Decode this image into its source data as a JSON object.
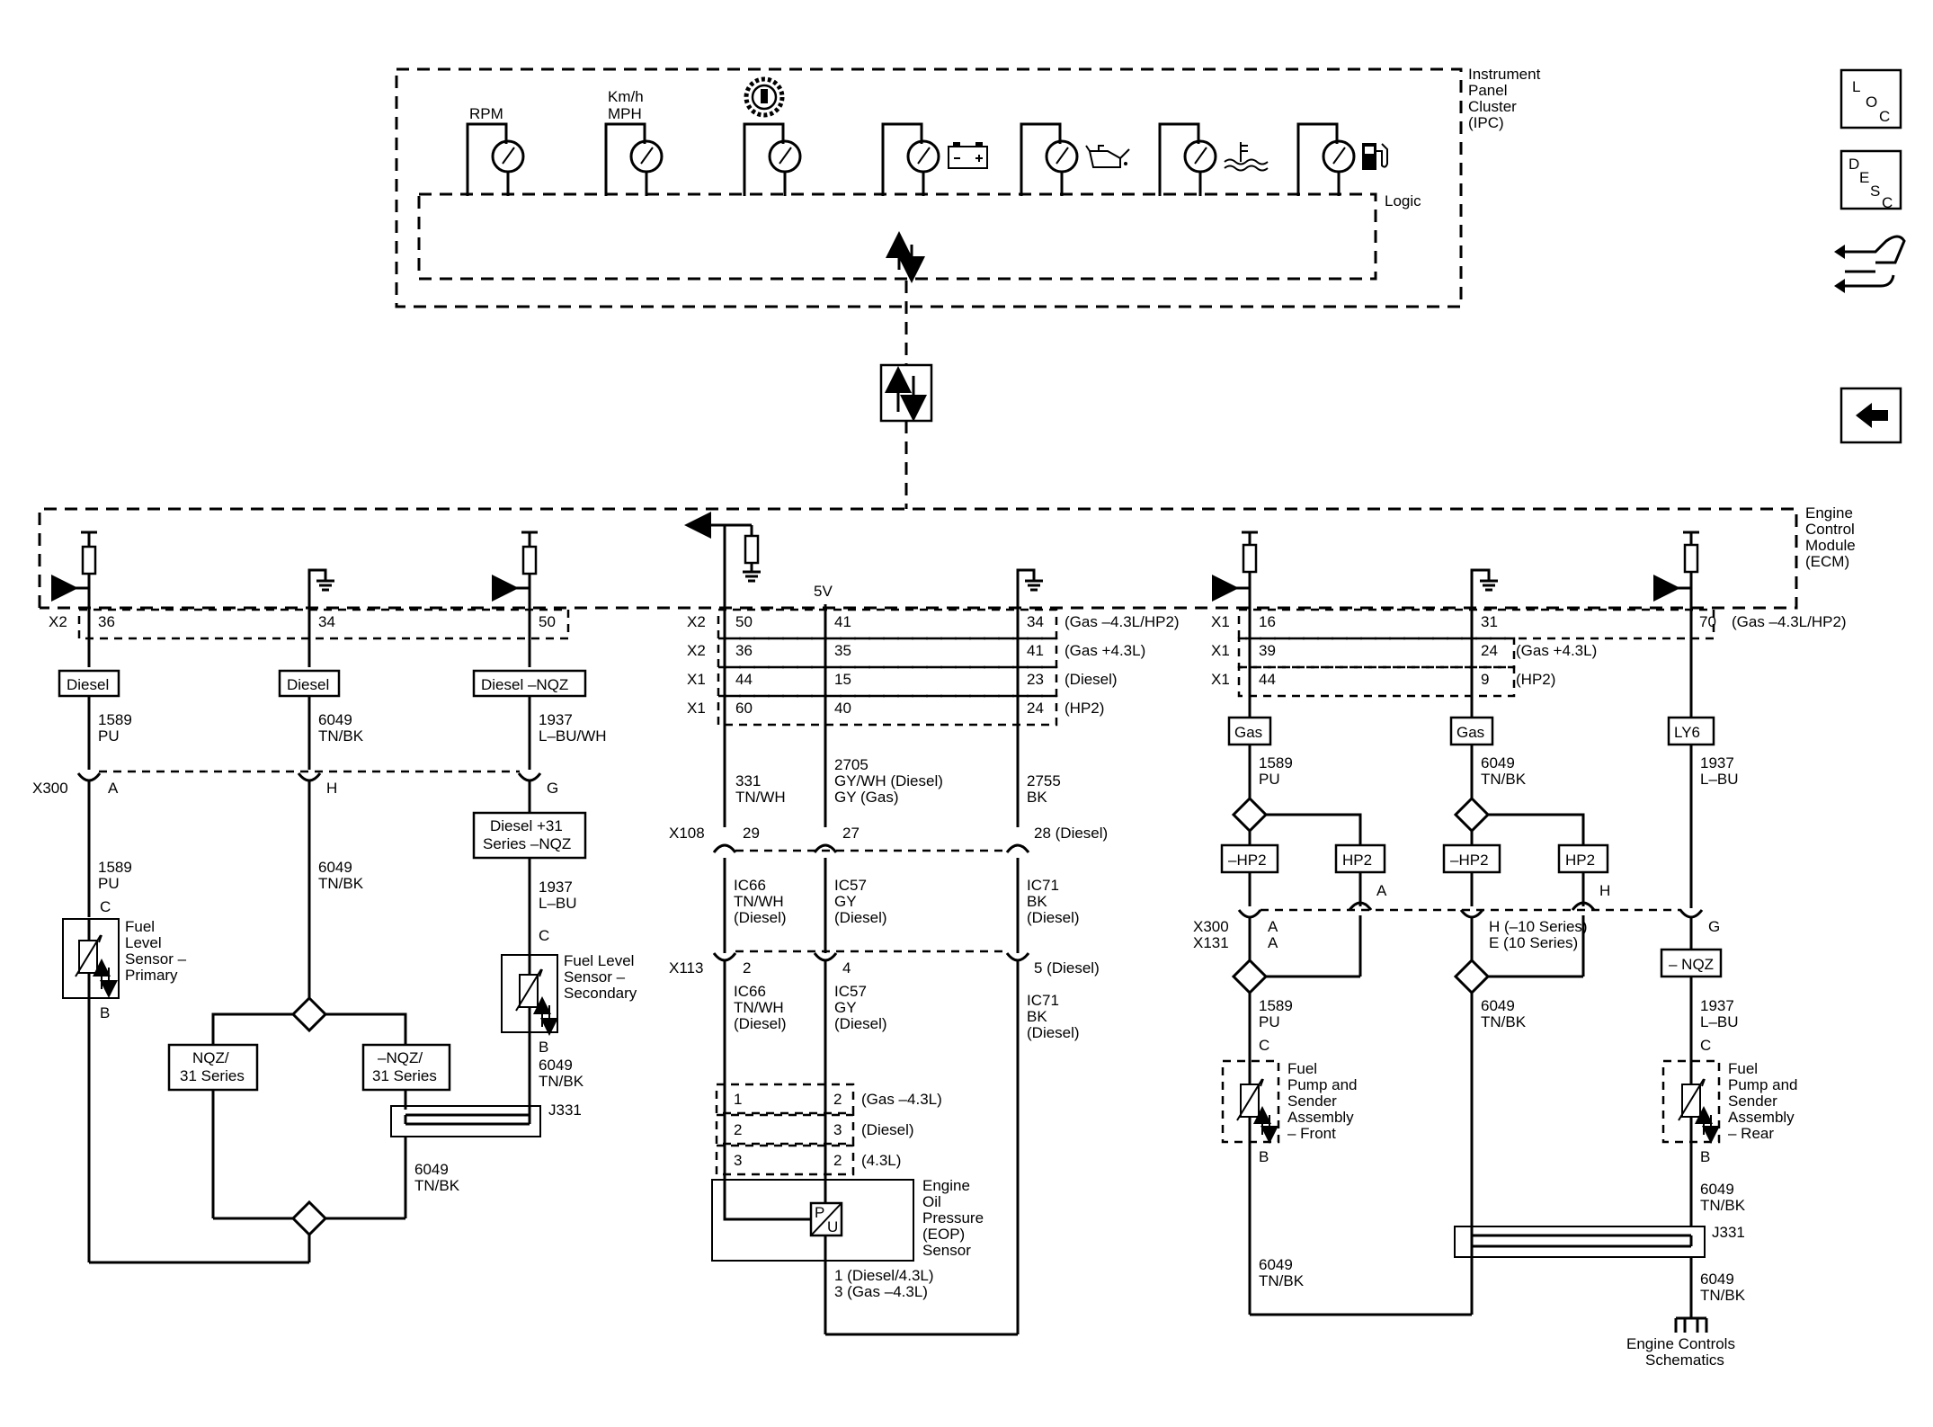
{
  "ipc": {
    "title_lines": [
      "Instrument",
      "Panel",
      "Cluster",
      "(IPC)"
    ],
    "logic": "Logic",
    "gauges": [
      {
        "label_lines": [
          "RPM"
        ],
        "icon": "tachometer-gauge"
      },
      {
        "label_lines": [
          "Km/h",
          "MPH"
        ],
        "icon": "speedometer-gauge"
      },
      {
        "label_lines": [],
        "icon": "fuel-pressure-gauge-icon"
      },
      {
        "label_lines": [],
        "icon": "battery-icon"
      },
      {
        "label_lines": [],
        "icon": "oil-can-icon"
      },
      {
        "label_lines": [],
        "icon": "coolant-temp-icon"
      },
      {
        "label_lines": [],
        "icon": "fuel-pump-icon"
      }
    ]
  },
  "ecm": {
    "title_lines": [
      "Engine",
      "Control",
      "Module",
      "(ECM)"
    ]
  },
  "nav": {
    "loc": [
      "L",
      "O",
      "C"
    ],
    "desc": [
      "D",
      "E",
      "S",
      "C"
    ],
    "icons": [
      "connector-hand-icon",
      "back-arrow-icon"
    ]
  },
  "left": {
    "ecm_pins": {
      "conn": "X2",
      "pins": [
        "36",
        "34",
        "50"
      ]
    },
    "option_boxes": [
      "Diesel",
      "Diesel",
      "Diesel –NQZ"
    ],
    "wires_top": [
      [
        "1589",
        "PU"
      ],
      [
        "6049",
        "TN/BK"
      ],
      [
        "1937",
        "L–BU/WH"
      ]
    ],
    "x300": {
      "conn": "X300",
      "pins": [
        "A",
        "H",
        "G"
      ]
    },
    "option_box_g": [
      "Diesel +31",
      "Series –NQZ"
    ],
    "wires_mid": [
      [
        "1589",
        "PU"
      ],
      [
        "6049",
        "TN/BK"
      ],
      [
        "1937",
        "L–BU"
      ]
    ],
    "sensor_primary": {
      "pin_top": "C",
      "pin_bottom": "B",
      "label": [
        "Fuel",
        "Level",
        "Sensor –",
        "Primary"
      ]
    },
    "sensor_secondary": {
      "pin_top": "C",
      "pin_bottom": "B",
      "label": [
        "Fuel Level",
        "Sensor –",
        "Secondary"
      ]
    },
    "series_boxes": [
      [
        "NQZ/",
        "31 Series"
      ],
      [
        "–NQZ/",
        "31 Series"
      ]
    ],
    "wire_b": [
      "6049",
      "TN/BK"
    ],
    "j331": "J331",
    "wire_bottom": [
      "6049",
      "TN/BK"
    ]
  },
  "middle": {
    "five_v": "5V",
    "ecm_rows": [
      {
        "conn": "X2",
        "a": "50",
        "b": "41",
        "c": "34",
        "note": "(Gas –4.3L/HP2)"
      },
      {
        "conn": "X2",
        "a": "36",
        "b": "35",
        "c": "41",
        "note": "(Gas +4.3L)"
      },
      {
        "conn": "X1",
        "a": "44",
        "b": "15",
        "c": "23",
        "note": "(Diesel)"
      },
      {
        "conn": "X1",
        "a": "60",
        "b": "40",
        "c": "24",
        "note": "(HP2)"
      }
    ],
    "wires1": [
      [
        "331",
        "TN/WH"
      ],
      [
        "2705",
        "GY/WH (Diesel)",
        "GY (Gas)"
      ],
      [
        "2755",
        "BK"
      ]
    ],
    "x108": {
      "conn": "X108",
      "pins": [
        "29",
        "27",
        "28 (Diesel)"
      ]
    },
    "wires2": [
      [
        "IC66",
        "TN/WH",
        "(Diesel)"
      ],
      [
        "IC57",
        "GY",
        "(Diesel)"
      ],
      [
        "IC71",
        "BK",
        "(Diesel)"
      ]
    ],
    "x113": {
      "conn": "X113",
      "pins": [
        "2",
        "4",
        "5 (Diesel)"
      ]
    },
    "wires3": [
      [
        "IC66",
        "TN/WH",
        "(Diesel)"
      ],
      [
        "IC57",
        "GY",
        "(Diesel)"
      ],
      [
        "IC71",
        "BK",
        "(Diesel)"
      ]
    ],
    "sensor_rows": [
      {
        "a": "1",
        "b": "2",
        "note": "(Gas –4.3L)"
      },
      {
        "a": "2",
        "b": "3",
        "note": "(Diesel)"
      },
      {
        "a": "3",
        "b": "2",
        "note": "(4.3L)"
      }
    ],
    "eop_label": [
      "Engine",
      "Oil",
      "Pressure",
      "(EOP)",
      "Sensor"
    ],
    "eop_symbol": [
      "P",
      "U"
    ],
    "bottom_note": [
      "1 (Diesel/4.3L)",
      "3 (Gas –4.3L)"
    ]
  },
  "right": {
    "ecm_rows": [
      {
        "conn": "X1",
        "a": "16",
        "b": "31",
        "c": "70",
        "note": "(Gas –4.3L/HP2)"
      },
      {
        "conn": "X1",
        "a": "39",
        "b": "24",
        "note": "(Gas +4.3L)"
      },
      {
        "conn": "X1",
        "a": "44",
        "b": "9",
        "note": "(HP2)"
      }
    ],
    "option_boxes": [
      "Gas",
      "Gas",
      "LY6"
    ],
    "wires_top": [
      [
        "1589",
        "PU"
      ],
      [
        "6049",
        "TN/BK"
      ],
      [
        "1937",
        "L–BU"
      ]
    ],
    "hp_boxes": [
      "–HP2",
      "HP2",
      "–HP2",
      "HP2"
    ],
    "pin_a": "A",
    "pin_h": "H",
    "pin_g": "G",
    "x300_x131": {
      "conns": [
        "X300",
        "X131"
      ],
      "pin1": [
        "A",
        "A"
      ],
      "pin2": [
        "H (–10 Series)",
        "E (10 Series)"
      ]
    },
    "nqz_box": "– NQZ",
    "wires_mid": [
      [
        "1589",
        "PU"
      ],
      [
        "6049",
        "TN/BK"
      ],
      [
        "1937",
        "L–BU"
      ]
    ],
    "front_pump": {
      "pin_top": "C",
      "pin_bottom": "B",
      "label": [
        "Fuel",
        "Pump and",
        "Sender",
        "Assembly",
        "– Front"
      ]
    },
    "rear_pump": {
      "pin_top": "C",
      "pin_bottom": "B",
      "label": [
        "Fuel",
        "Pump and",
        "Sender",
        "Assembly",
        "– Rear"
      ]
    },
    "wire_rear": [
      "6049",
      "TN/BK"
    ],
    "j331": "J331",
    "wire_front_bottom": [
      "6049",
      "TN/BK"
    ],
    "wire_rear_bottom": [
      "6049",
      "TN/BK"
    ],
    "engine_controls": [
      "Engine Controls",
      "Schematics"
    ]
  }
}
